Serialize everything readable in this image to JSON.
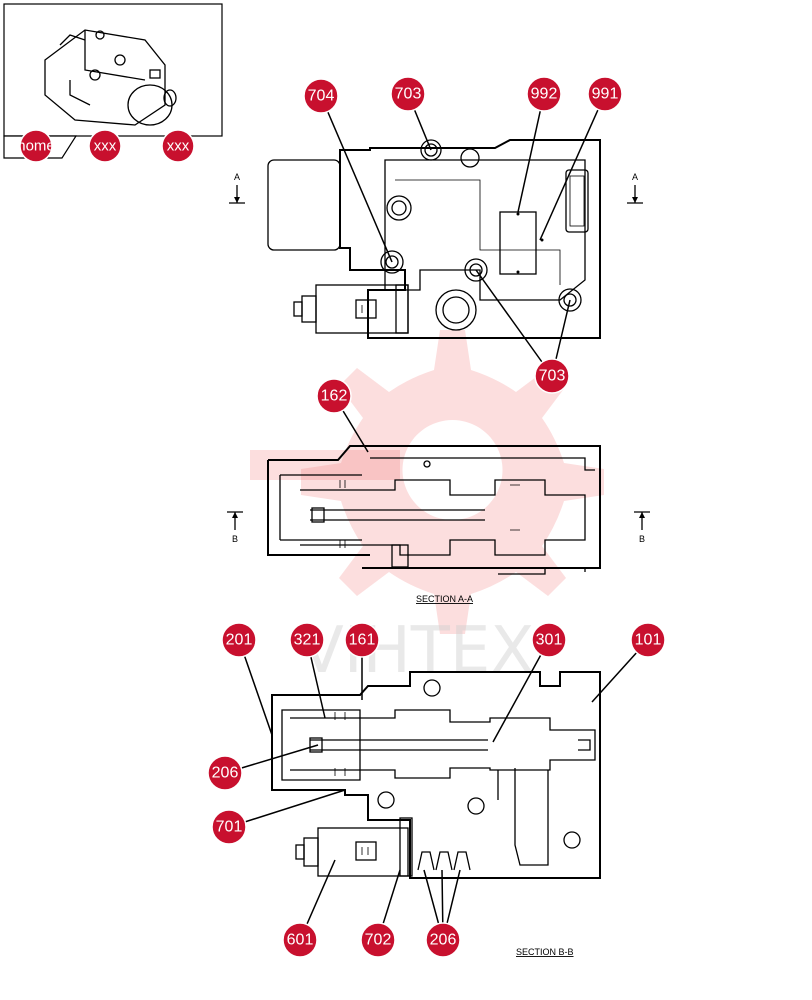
{
  "watermark": {
    "text": "VIHTEX",
    "color": "#f26b6b"
  },
  "accent_color": "#c8102e",
  "thumbnail": {
    "icon": "pump-thumbnail-icon"
  },
  "nav": [
    {
      "label": "home"
    },
    {
      "label": "xxx"
    },
    {
      "label": "xxx"
    }
  ],
  "section_marks": {
    "a_left": "A",
    "a_right": "A",
    "b_left": "B",
    "b_right": "B"
  },
  "section_labels": {
    "aa": "SECTION  A-A",
    "bb": "SECTION  B-B"
  },
  "callouts": [
    {
      "label": "704"
    },
    {
      "label": "703"
    },
    {
      "label": "992"
    },
    {
      "label": "991"
    },
    {
      "label": "703"
    },
    {
      "label": "162"
    },
    {
      "label": "201"
    },
    {
      "label": "321"
    },
    {
      "label": "161"
    },
    {
      "label": "301"
    },
    {
      "label": "101"
    },
    {
      "label": "206"
    },
    {
      "label": "701"
    },
    {
      "label": "601"
    },
    {
      "label": "702"
    },
    {
      "label": "206"
    }
  ]
}
